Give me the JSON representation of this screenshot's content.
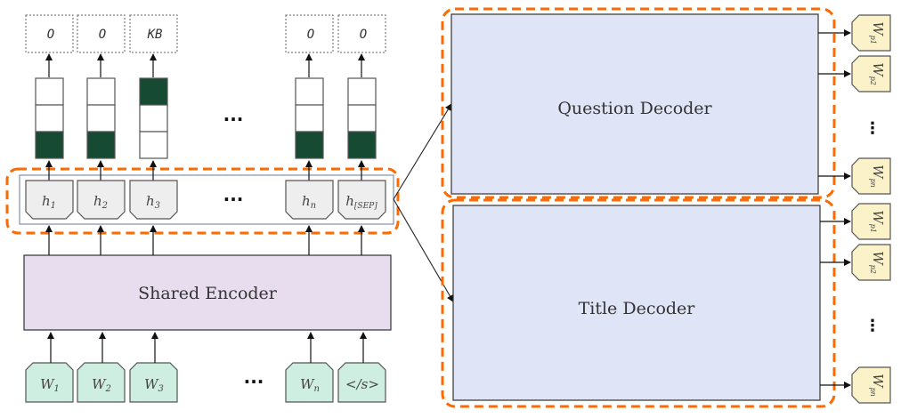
{
  "encoder": {
    "label": "Shared Encoder"
  },
  "question_decoder": {
    "label": "Question Decoder"
  },
  "title_decoder": {
    "label": "Title Decoder"
  },
  "ellipsis": "...",
  "vertical_ellipsis": "⋮",
  "colors": {
    "accent_dashed": "#ff6a00",
    "encoder_fill": "#e8ddef",
    "decoder_fill": "#dfe5f6",
    "hidden_fill": "#eeeeee",
    "word_fill": "#cdeee0",
    "output_fill": "#fbf2c9",
    "active_cell": "#164a33"
  },
  "columns": [
    {
      "tag": "O",
      "active_cell": 3,
      "hidden": "h",
      "hidden_sub": "1",
      "word": "W",
      "word_sub": "1"
    },
    {
      "tag": "O",
      "active_cell": 3,
      "hidden": "h",
      "hidden_sub": "2",
      "word": "W",
      "word_sub": "2"
    },
    {
      "tag": "KB",
      "active_cell": 1,
      "hidden": "h",
      "hidden_sub": "3",
      "word": "W",
      "word_sub": "3"
    },
    {
      "tag": "O",
      "active_cell": 3,
      "hidden": "h",
      "hidden_sub": "n",
      "word": "W",
      "word_sub": "n"
    },
    {
      "tag": "O",
      "active_cell": 3,
      "hidden": "h",
      "hidden_sub": "[SEP]",
      "word": "</s>",
      "word_sub": ""
    }
  ],
  "question_outputs": [
    {
      "main": "W",
      "sub": "p1"
    },
    {
      "main": "W",
      "sub": "p2"
    },
    {
      "main": "W",
      "sub": "pn"
    }
  ],
  "title_outputs": [
    {
      "main": "W",
      "sub": "p1"
    },
    {
      "main": "W",
      "sub": "p2"
    },
    {
      "main": "W",
      "sub": "pn"
    }
  ]
}
